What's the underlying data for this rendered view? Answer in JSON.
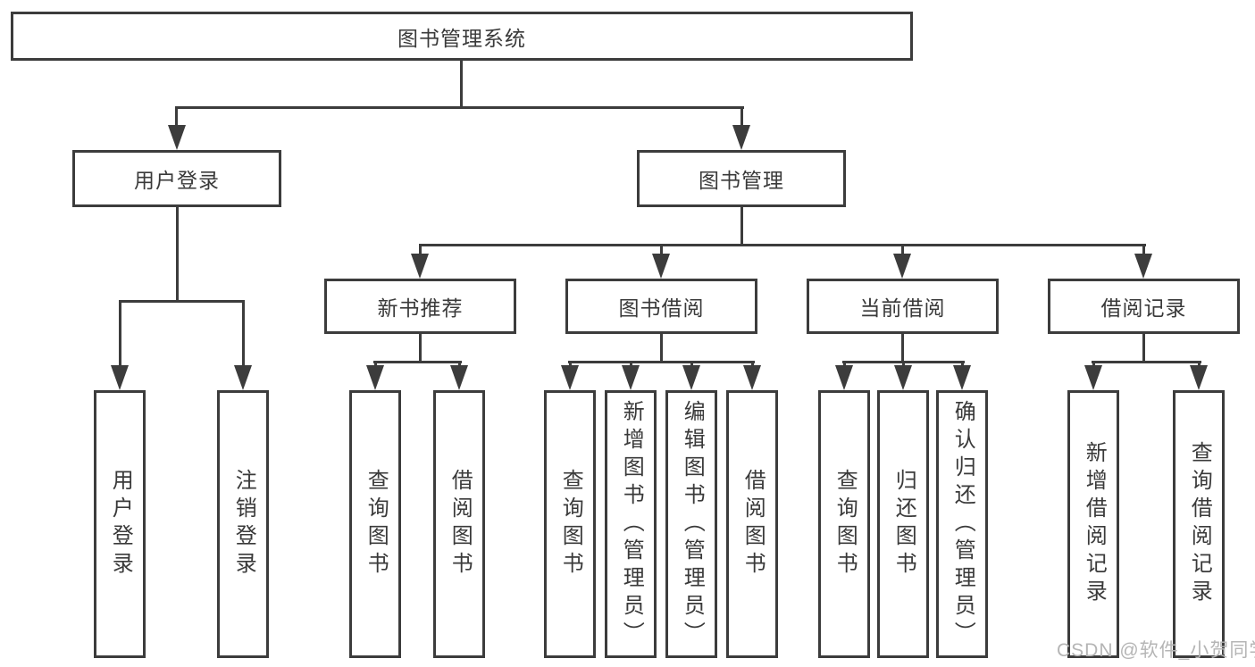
{
  "colors": {
    "line": "#3c3c3c",
    "text": "#3a3a3a",
    "watermark": "#b5b5b5",
    "background": "#ffffff"
  },
  "watermark": {
    "text": "CSDN @软件_小贺同学"
  },
  "tree": {
    "root": "图书管理系统",
    "branches": [
      {
        "label": "用户登录",
        "children": [
          "用户登录",
          "注销登录"
        ]
      },
      {
        "label": "图书管理",
        "groups": [
          {
            "label": "新书推荐",
            "children": [
              "查询图书",
              "借阅图书"
            ]
          },
          {
            "label": "图书借阅",
            "children": [
              "查询图书",
              "新增图书（管理员）",
              "编辑图书（管理员）",
              "借阅图书"
            ]
          },
          {
            "label": "当前借阅",
            "children": [
              "查询图书",
              "归还图书",
              "确认归还（管理员）"
            ]
          },
          {
            "label": "借阅记录",
            "children": [
              "新增借阅记录",
              "查询借阅记录"
            ]
          }
        ]
      }
    ]
  }
}
